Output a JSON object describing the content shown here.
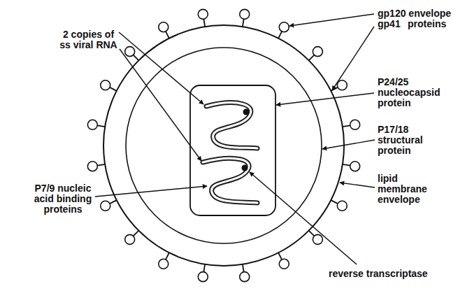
{
  "diagram": {
    "labels": [
      "gp120 envelope proteins",
      "2 copies of ss viral RNA",
      "gp41",
      "P24/25 nucleocapsid protein",
      "P17/18 structural protein",
      "lipid membrane envelope",
      "P7/9 nucleic acid binding proteins",
      "reverse transcriptase"
    ]
  }
}
